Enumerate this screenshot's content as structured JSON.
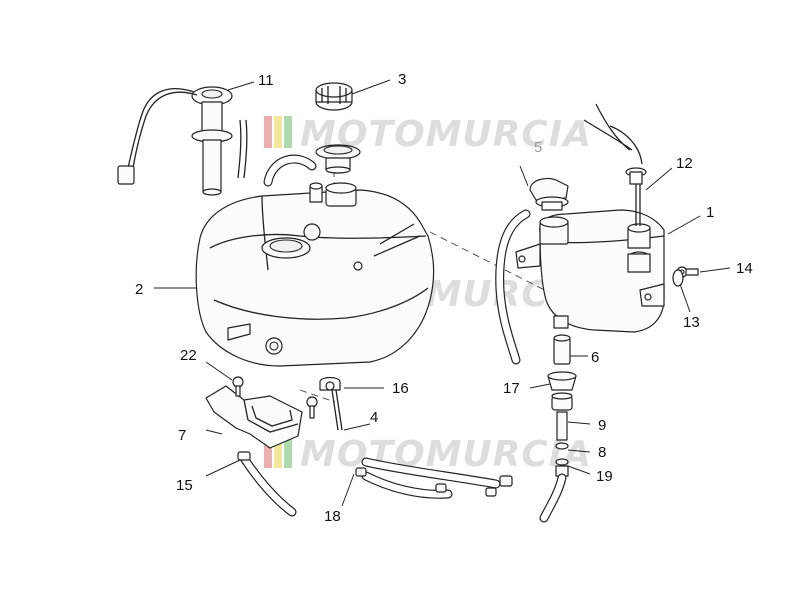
{
  "watermark": {
    "text": "MOTOMURCIA",
    "color": "#d8d8d8",
    "stripe_colors": [
      "#e7a3a3",
      "#f2e38c",
      "#a3d3a0"
    ]
  },
  "callouts": [
    {
      "id": "c1",
      "label": "1"
    },
    {
      "id": "c2",
      "label": "2"
    },
    {
      "id": "c3",
      "label": "3"
    },
    {
      "id": "c4",
      "label": "4"
    },
    {
      "id": "c5",
      "label": "5"
    },
    {
      "id": "c6",
      "label": "6"
    },
    {
      "id": "c7",
      "label": "7"
    },
    {
      "id": "c8",
      "label": "8"
    },
    {
      "id": "c9",
      "label": "9"
    },
    {
      "id": "c11",
      "label": "11"
    },
    {
      "id": "c12",
      "label": "12"
    },
    {
      "id": "c13",
      "label": "13"
    },
    {
      "id": "c14",
      "label": "14"
    },
    {
      "id": "c15",
      "label": "15"
    },
    {
      "id": "c16",
      "label": "16"
    },
    {
      "id": "c17",
      "label": "17"
    },
    {
      "id": "c18",
      "label": "18"
    },
    {
      "id": "c19",
      "label": "19"
    },
    {
      "id": "c22",
      "label": "22"
    }
  ]
}
